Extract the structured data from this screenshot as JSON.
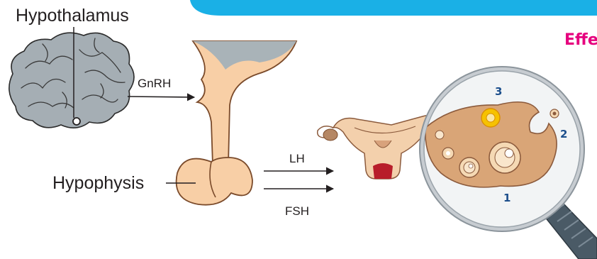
{
  "colors": {
    "banner": "#1ab0e6",
    "brain": "#a5aeb4",
    "brain_outline": "#2b2b2b",
    "pituitary": "#f8cfa6",
    "pituitary_outline": "#7a4a2a",
    "header_accent": "#e6007e",
    "label_number": "#1d4f8c",
    "ovary": "#d9a577",
    "follicle": "#f5d9b4",
    "corpus_luteum": "#f6c200",
    "lens_rim": "#c7ccd1",
    "lens_handle": "#4a5a66"
  },
  "labels": {
    "hypothalamus": "Hypothalamus",
    "hypophysis": "Hypophysis",
    "gnrh": "GnRH",
    "lh": "LH",
    "fsh": "FSH"
  },
  "header_fragment": "Effe",
  "ovary_numbers": {
    "n1": "1",
    "n2": "2",
    "n3": "3"
  }
}
